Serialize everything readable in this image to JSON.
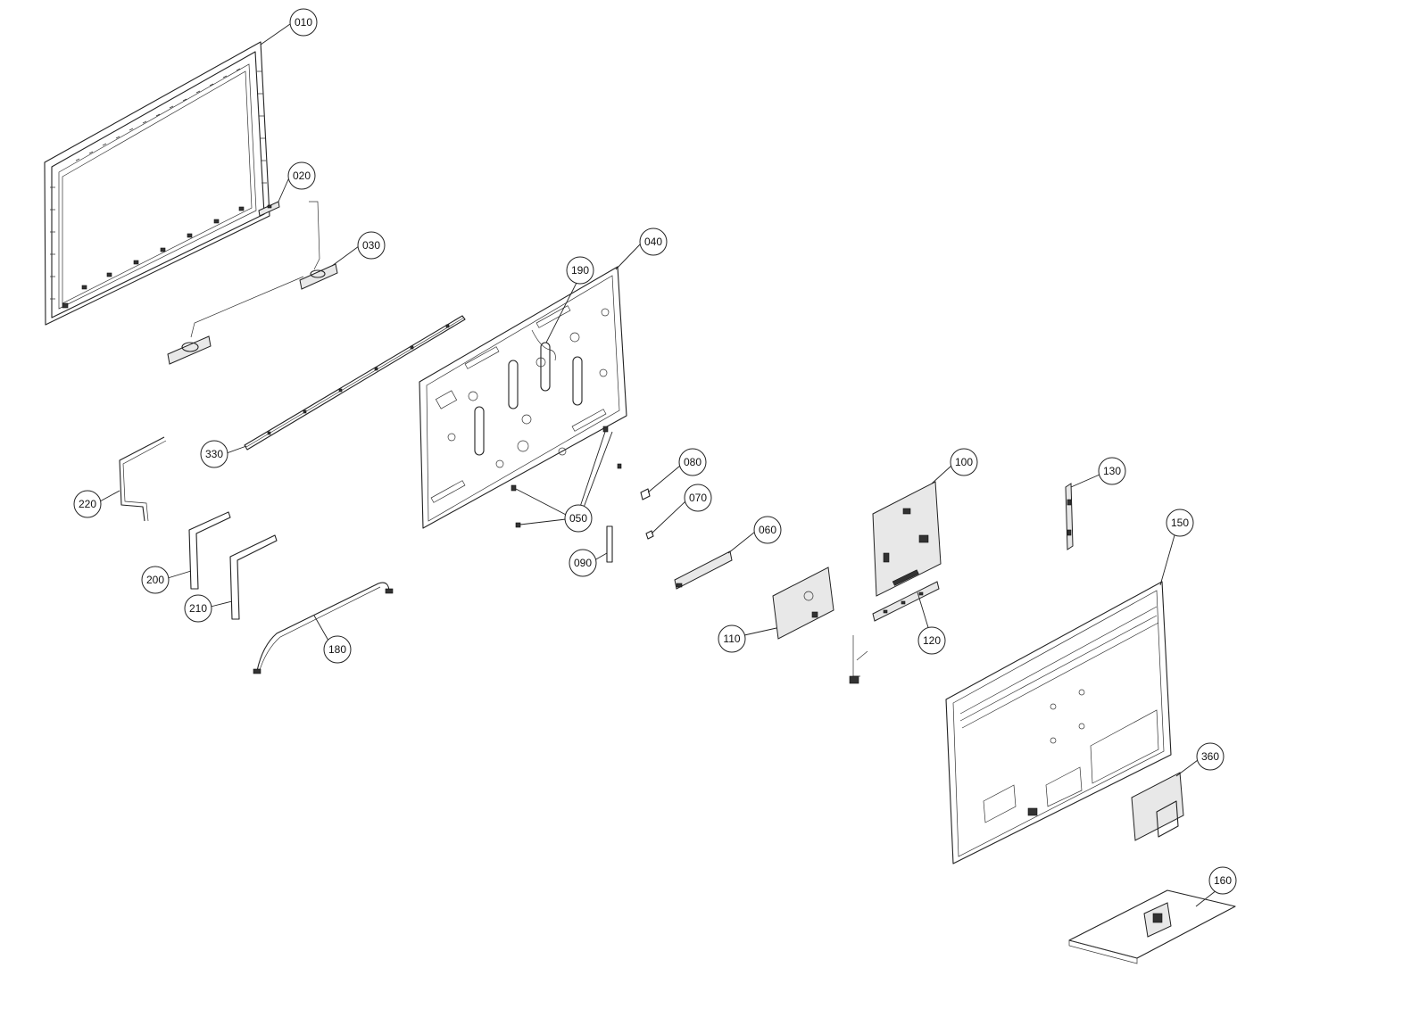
{
  "callouts": {
    "c010": "010",
    "c020": "020",
    "c030": "030",
    "c040": "040",
    "c050": "050",
    "c060": "060",
    "c070": "070",
    "c080": "080",
    "c090": "090",
    "c100": "100",
    "c110": "110",
    "c120": "120",
    "c130": "130",
    "c150": "150",
    "c160": "160",
    "c180": "180",
    "c190": "190",
    "c200": "200",
    "c210": "210",
    "c220": "220",
    "c330": "330",
    "c360": "360"
  }
}
